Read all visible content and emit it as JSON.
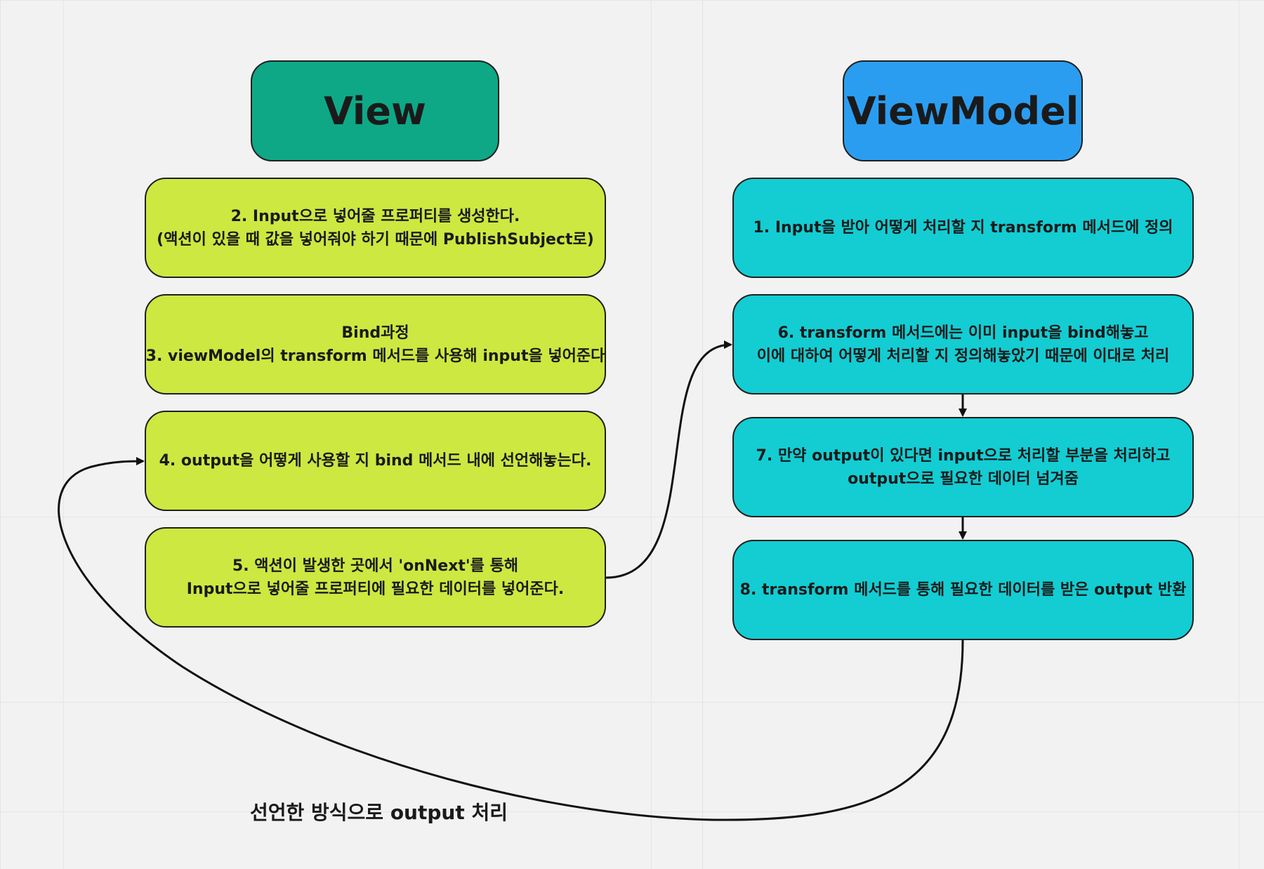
{
  "headers": {
    "view": "View",
    "viewmodel": "ViewModel"
  },
  "view_steps": {
    "step2": {
      "line1": "2. Input으로 넣어줄 프로퍼티를 생성한다.",
      "line2": "(액션이 있을 때 값을 넣어줘야 하기 때문에 PublishSubject로)"
    },
    "step3": {
      "line1": "Bind과정",
      "line2": "3. viewModel의 transform 메서드를 사용해 input을 넣어준다"
    },
    "step4": {
      "line1": "4. output을 어떻게 사용할 지 bind 메서드 내에 선언해놓는다."
    },
    "step5": {
      "line1": "5. 액션이 발생한 곳에서 'onNext'를 통해",
      "line2": "Input으로 넣어줄 프로퍼티에 필요한 데이터를 넣어준다."
    }
  },
  "viewmodel_steps": {
    "step1": {
      "line1": "1. Input을 받아 어떻게 처리할 지 transform 메서드에 정의"
    },
    "step6": {
      "line1": "6. transform 메서드에는 이미 input을 bind해놓고",
      "line2": "이에 대하여 어떻게 처리할 지 정의해놓았기 때문에 이대로 처리"
    },
    "step7": {
      "line1": "7. 만약 output이 있다면 input으로 처리할 부분을 처리하고",
      "line2": "output으로 필요한 데이터 넘겨줌"
    },
    "step8": {
      "line1": "8. transform 메서드를 통해 필요한 데이터를 받은 output 반환"
    }
  },
  "edge_labels": {
    "return_edge": "선언한 방식으로 output 처리"
  },
  "colors": {
    "view_header": "#0ea886",
    "viewmodel_header": "#2b9df0",
    "view_step": "#cde841",
    "viewmodel_step": "#13cdd3",
    "border": "#1f1f1f"
  }
}
